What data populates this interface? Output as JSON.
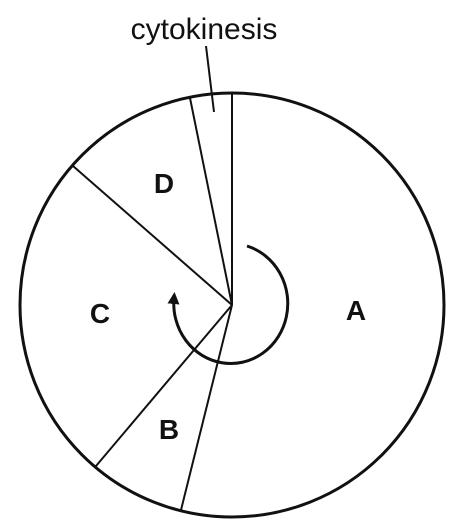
{
  "diagram": {
    "callout_label": "cytokinesis",
    "sectors": [
      {
        "label": "A"
      },
      {
        "label": "B"
      },
      {
        "label": "C"
      },
      {
        "label": "D"
      }
    ],
    "colors": {
      "stroke": "#111111",
      "background": "#ffffff"
    }
  }
}
